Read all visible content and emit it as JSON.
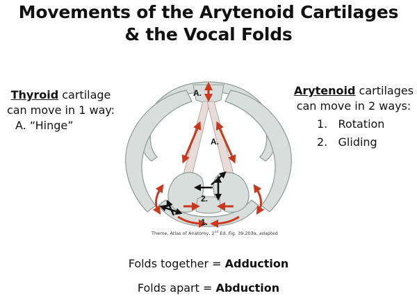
{
  "title": {
    "line1": "Movements of the Arytenoid Cartilages",
    "line2": "& the Vocal Folds"
  },
  "thyroid_note": {
    "term": "Thyroid",
    "rest": " cartilage",
    "line2": "can move in 1 way:",
    "item": "A. “Hinge”"
  },
  "arytenoid_note": {
    "term": "Arytenoid",
    "rest": " cartilages",
    "line2": "can move in 2 ways:",
    "items": [
      "1.   Rotation",
      "2.   Gliding"
    ]
  },
  "diagram_labels": {
    "a_top": "A.",
    "a_mid": "A.",
    "two": "2.",
    "one": "1."
  },
  "caption": {
    "before_sup": "Theme, Atlas of Anatomy, 2",
    "sup": "nd",
    "after_sup": " Ed. Fig. 39.203a, adapted"
  },
  "bottom": {
    "together_text": "Folds together = ",
    "together_bold": "Adduction",
    "apart_text": "Folds apart = ",
    "apart_bold": "Abduction"
  },
  "colors": {
    "cartilage_fill": "#d7dedb",
    "cartilage_stroke": "#8e9a96",
    "vocal_fold": "#e8dcd8",
    "arrow_red": "#c8381c",
    "arrow_black": "#111111"
  }
}
